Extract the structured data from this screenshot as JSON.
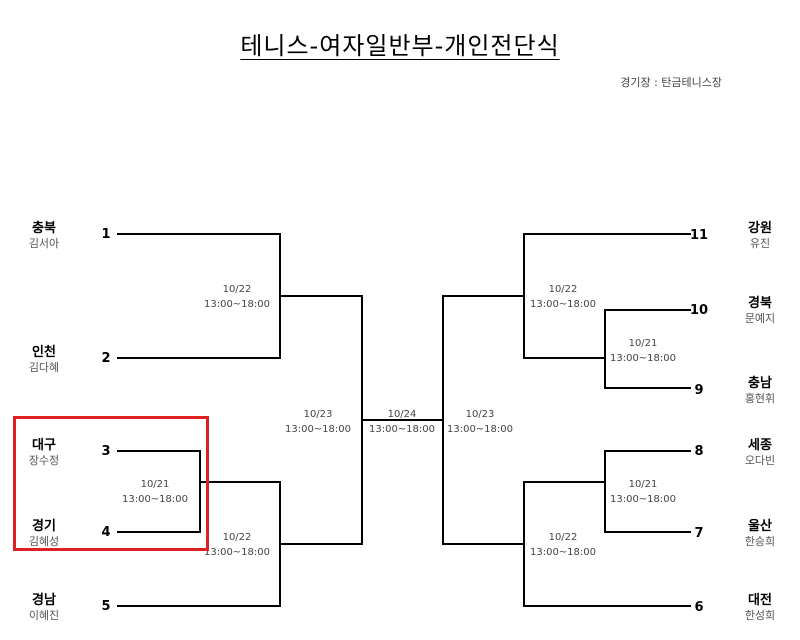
{
  "title": "테니스-여자일반부-개인전단식",
  "venue": "경기장 : 탄금테니스장",
  "teams": [
    {
      "seed": "1",
      "region": "충북",
      "player": "김서아"
    },
    {
      "seed": "2",
      "region": "인천",
      "player": "김다혜"
    },
    {
      "seed": "3",
      "region": "대구",
      "player": "장수정"
    },
    {
      "seed": "4",
      "region": "경기",
      "player": "김혜성"
    },
    {
      "seed": "5",
      "region": "경남",
      "player": "이혜진"
    },
    {
      "seed": "11",
      "region": "강원",
      "player": "유진"
    },
    {
      "seed": "10",
      "region": "경북",
      "player": "문예지"
    },
    {
      "seed": "9",
      "region": "충남",
      "player": "홍현휘"
    },
    {
      "seed": "8",
      "region": "세종",
      "player": "오다빈"
    },
    {
      "seed": "7",
      "region": "울산",
      "player": "한승희"
    },
    {
      "seed": "6",
      "region": "대전",
      "player": "한성희"
    }
  ],
  "matches": [
    {
      "id": "L-1v2",
      "date": "10/22",
      "time": "13:00~18:00"
    },
    {
      "id": "L-3v4",
      "date": "10/21",
      "time": "13:00~18:00"
    },
    {
      "id": "L-34v5",
      "date": "10/22",
      "time": "13:00~18:00"
    },
    {
      "id": "L-semi",
      "date": "10/23",
      "time": "13:00~18:00"
    },
    {
      "id": "final",
      "date": "10/24",
      "time": "13:00~18:00"
    },
    {
      "id": "R-semi",
      "date": "10/23",
      "time": "13:00~18:00"
    },
    {
      "id": "R-11v109",
      "date": "10/22",
      "time": "13:00~18:00"
    },
    {
      "id": "R-10v9",
      "date": "10/21",
      "time": "13:00~18:00"
    },
    {
      "id": "R-8v7",
      "date": "10/21",
      "time": "13:00~18:00"
    },
    {
      "id": "R-87v6",
      "date": "10/22",
      "time": "13:00~18:00"
    }
  ]
}
